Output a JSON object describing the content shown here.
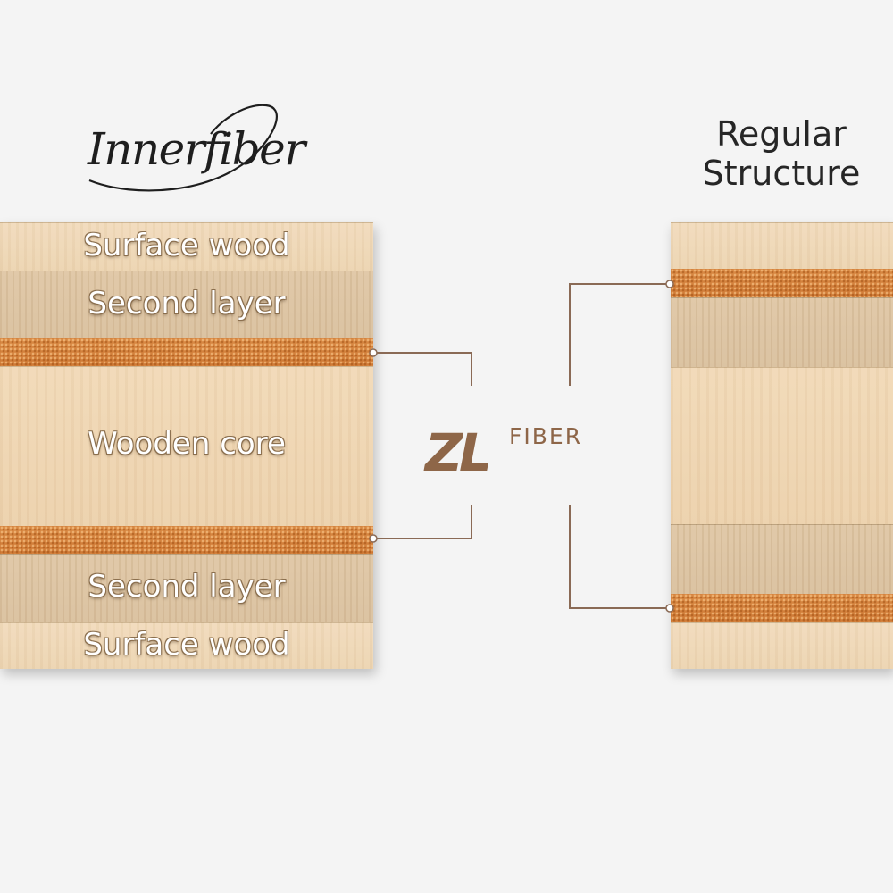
{
  "left_title": {
    "logo_text": "Innerfiber"
  },
  "right_title": {
    "line1": "Regular",
    "line2": "Structure"
  },
  "left_board": {
    "layers": [
      {
        "type": "surface",
        "label": "Surface wood"
      },
      {
        "type": "second",
        "label": "Second layer"
      },
      {
        "type": "fiber",
        "label": ""
      },
      {
        "type": "core",
        "label": "Wooden core"
      },
      {
        "type": "fiber",
        "label": ""
      },
      {
        "type": "second",
        "label": "Second layer"
      },
      {
        "type": "surface",
        "label": "Surface wood"
      }
    ]
  },
  "right_board": {
    "layers": [
      {
        "type": "surface"
      },
      {
        "type": "fiber"
      },
      {
        "type": "second"
      },
      {
        "type": "core"
      },
      {
        "type": "second"
      },
      {
        "type": "fiber"
      },
      {
        "type": "surface"
      }
    ]
  },
  "center_brand": {
    "mark": "ZL",
    "word": "FIBER"
  },
  "colors": {
    "background": "#f4f4f4",
    "surface_wood": "#ecd4b1",
    "second_layer": "#d9c09d",
    "wooden_core": "#ecd1ac",
    "fiber_layer": "#cf7a36",
    "brand": "#8e6648",
    "connector": "#8a6a55"
  }
}
